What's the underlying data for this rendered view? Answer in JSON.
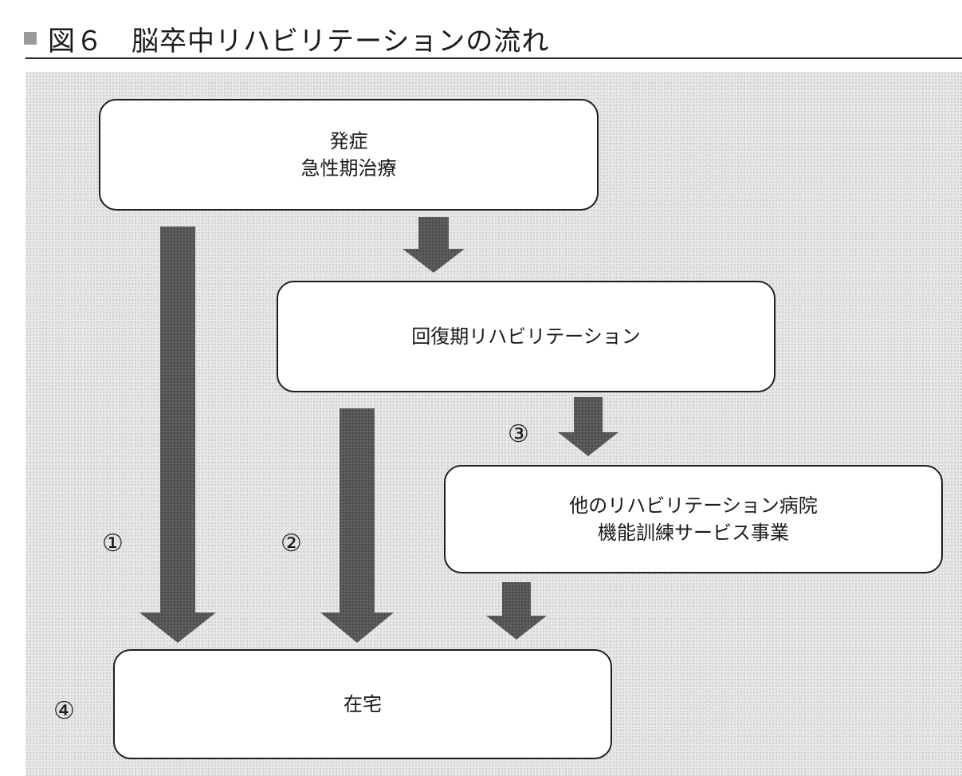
{
  "title": "図６　脳卒中リハビリテーションの流れ",
  "nodes": {
    "onset": {
      "line1": "発症",
      "line2": "急性期治療"
    },
    "recovery": {
      "label": "回復期リハビリテーション"
    },
    "other": {
      "line1": "他のリハビリテーション病院",
      "line2": "機能訓練サービス事業"
    },
    "home": {
      "label": "在宅"
    }
  },
  "route_labels": {
    "route1": "①",
    "route2": "②",
    "route3": "③",
    "route4": "④"
  },
  "colors": {
    "arrow": "#555555",
    "box_border": "#1f1f1f",
    "panel": "#e8e8e8"
  }
}
